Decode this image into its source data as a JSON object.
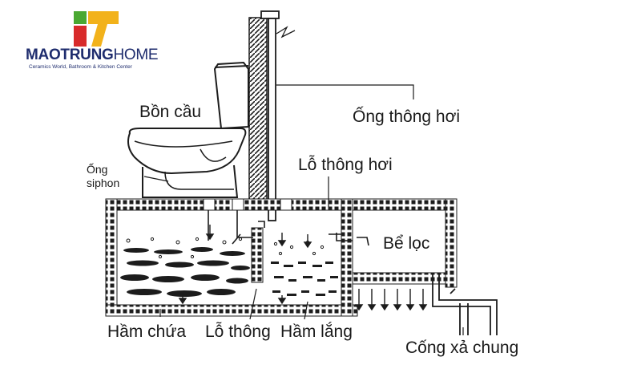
{
  "brand": {
    "name_bold": "MAOTRUNG",
    "name_light": "HOME",
    "tagline": "Ceramics World, Bathroom & Kitchen Center",
    "colors": {
      "navy": "#1f2d6e",
      "green": "#4aa832",
      "red": "#d82b2b",
      "yellow": "#f2b21b"
    }
  },
  "labels": {
    "toilet": "Bồn cầu",
    "vent_pipe": "Ống thông hơi",
    "siphon_line1": "Ống",
    "siphon_line2": "siphon",
    "vent_hole": "Lỗ thông hơi",
    "filter_tank": "Bể lọc",
    "holding_chamber": "Hầm chứa",
    "vent_opening": "Lỗ thông",
    "settling_chamber": "Hầm lắng",
    "common_sewer": "Cống xả chung"
  }
}
